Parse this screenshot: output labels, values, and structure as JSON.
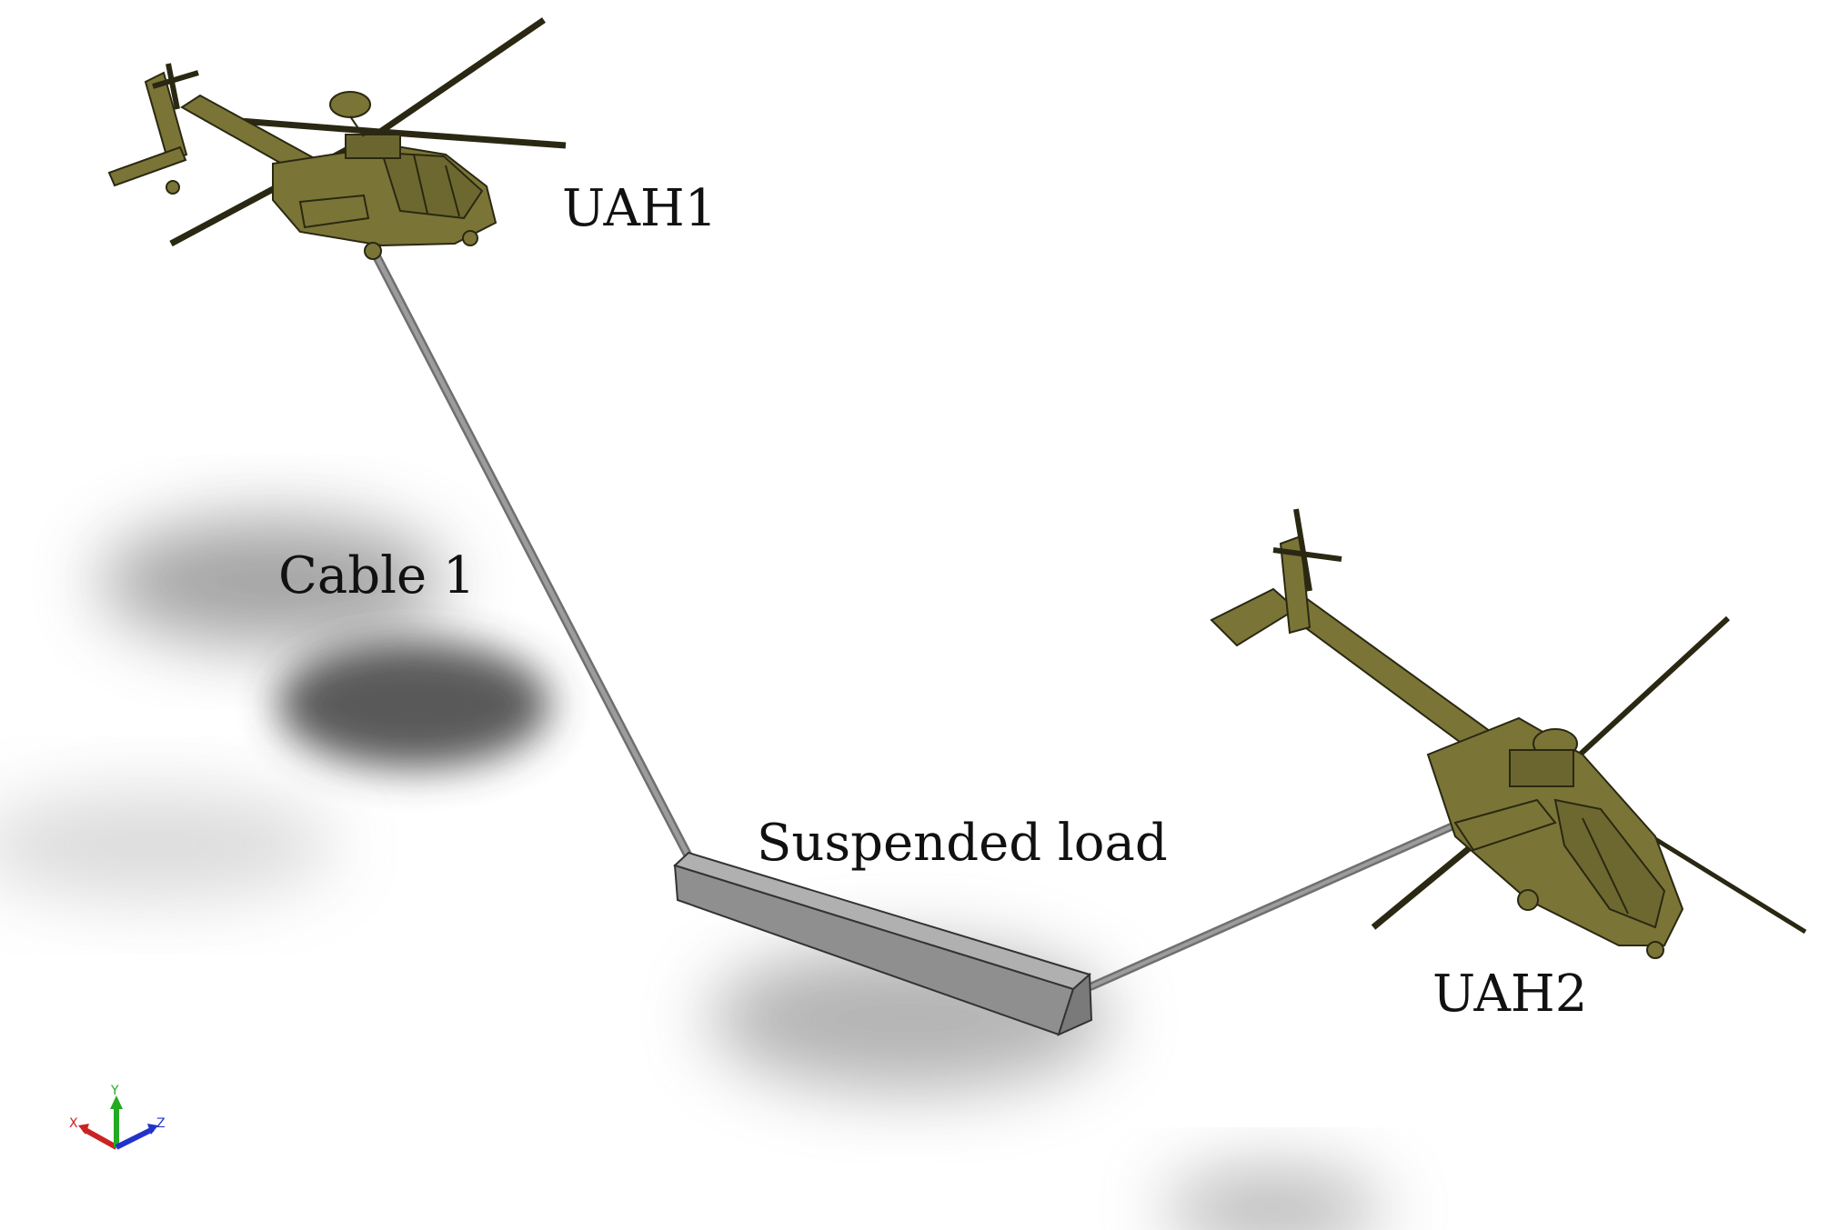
{
  "labels": {
    "uah1": "UAH1",
    "cable1": "Cable 1",
    "suspended_load": "Suspended load",
    "uah2": "UAH2"
  },
  "axes_triad": {
    "x": "X",
    "y": "Y",
    "z": "Z"
  },
  "colors": {
    "helicopter_body": "#7a7536",
    "helicopter_outline": "#2a2812",
    "cable": "#8c8c8c",
    "load_front": "#8f8f8f",
    "load_top": "#a9a9a9",
    "shadow": "#4a4a4a",
    "axis_x": "#cc2222",
    "axis_y": "#22aa22",
    "axis_z": "#2233cc"
  }
}
